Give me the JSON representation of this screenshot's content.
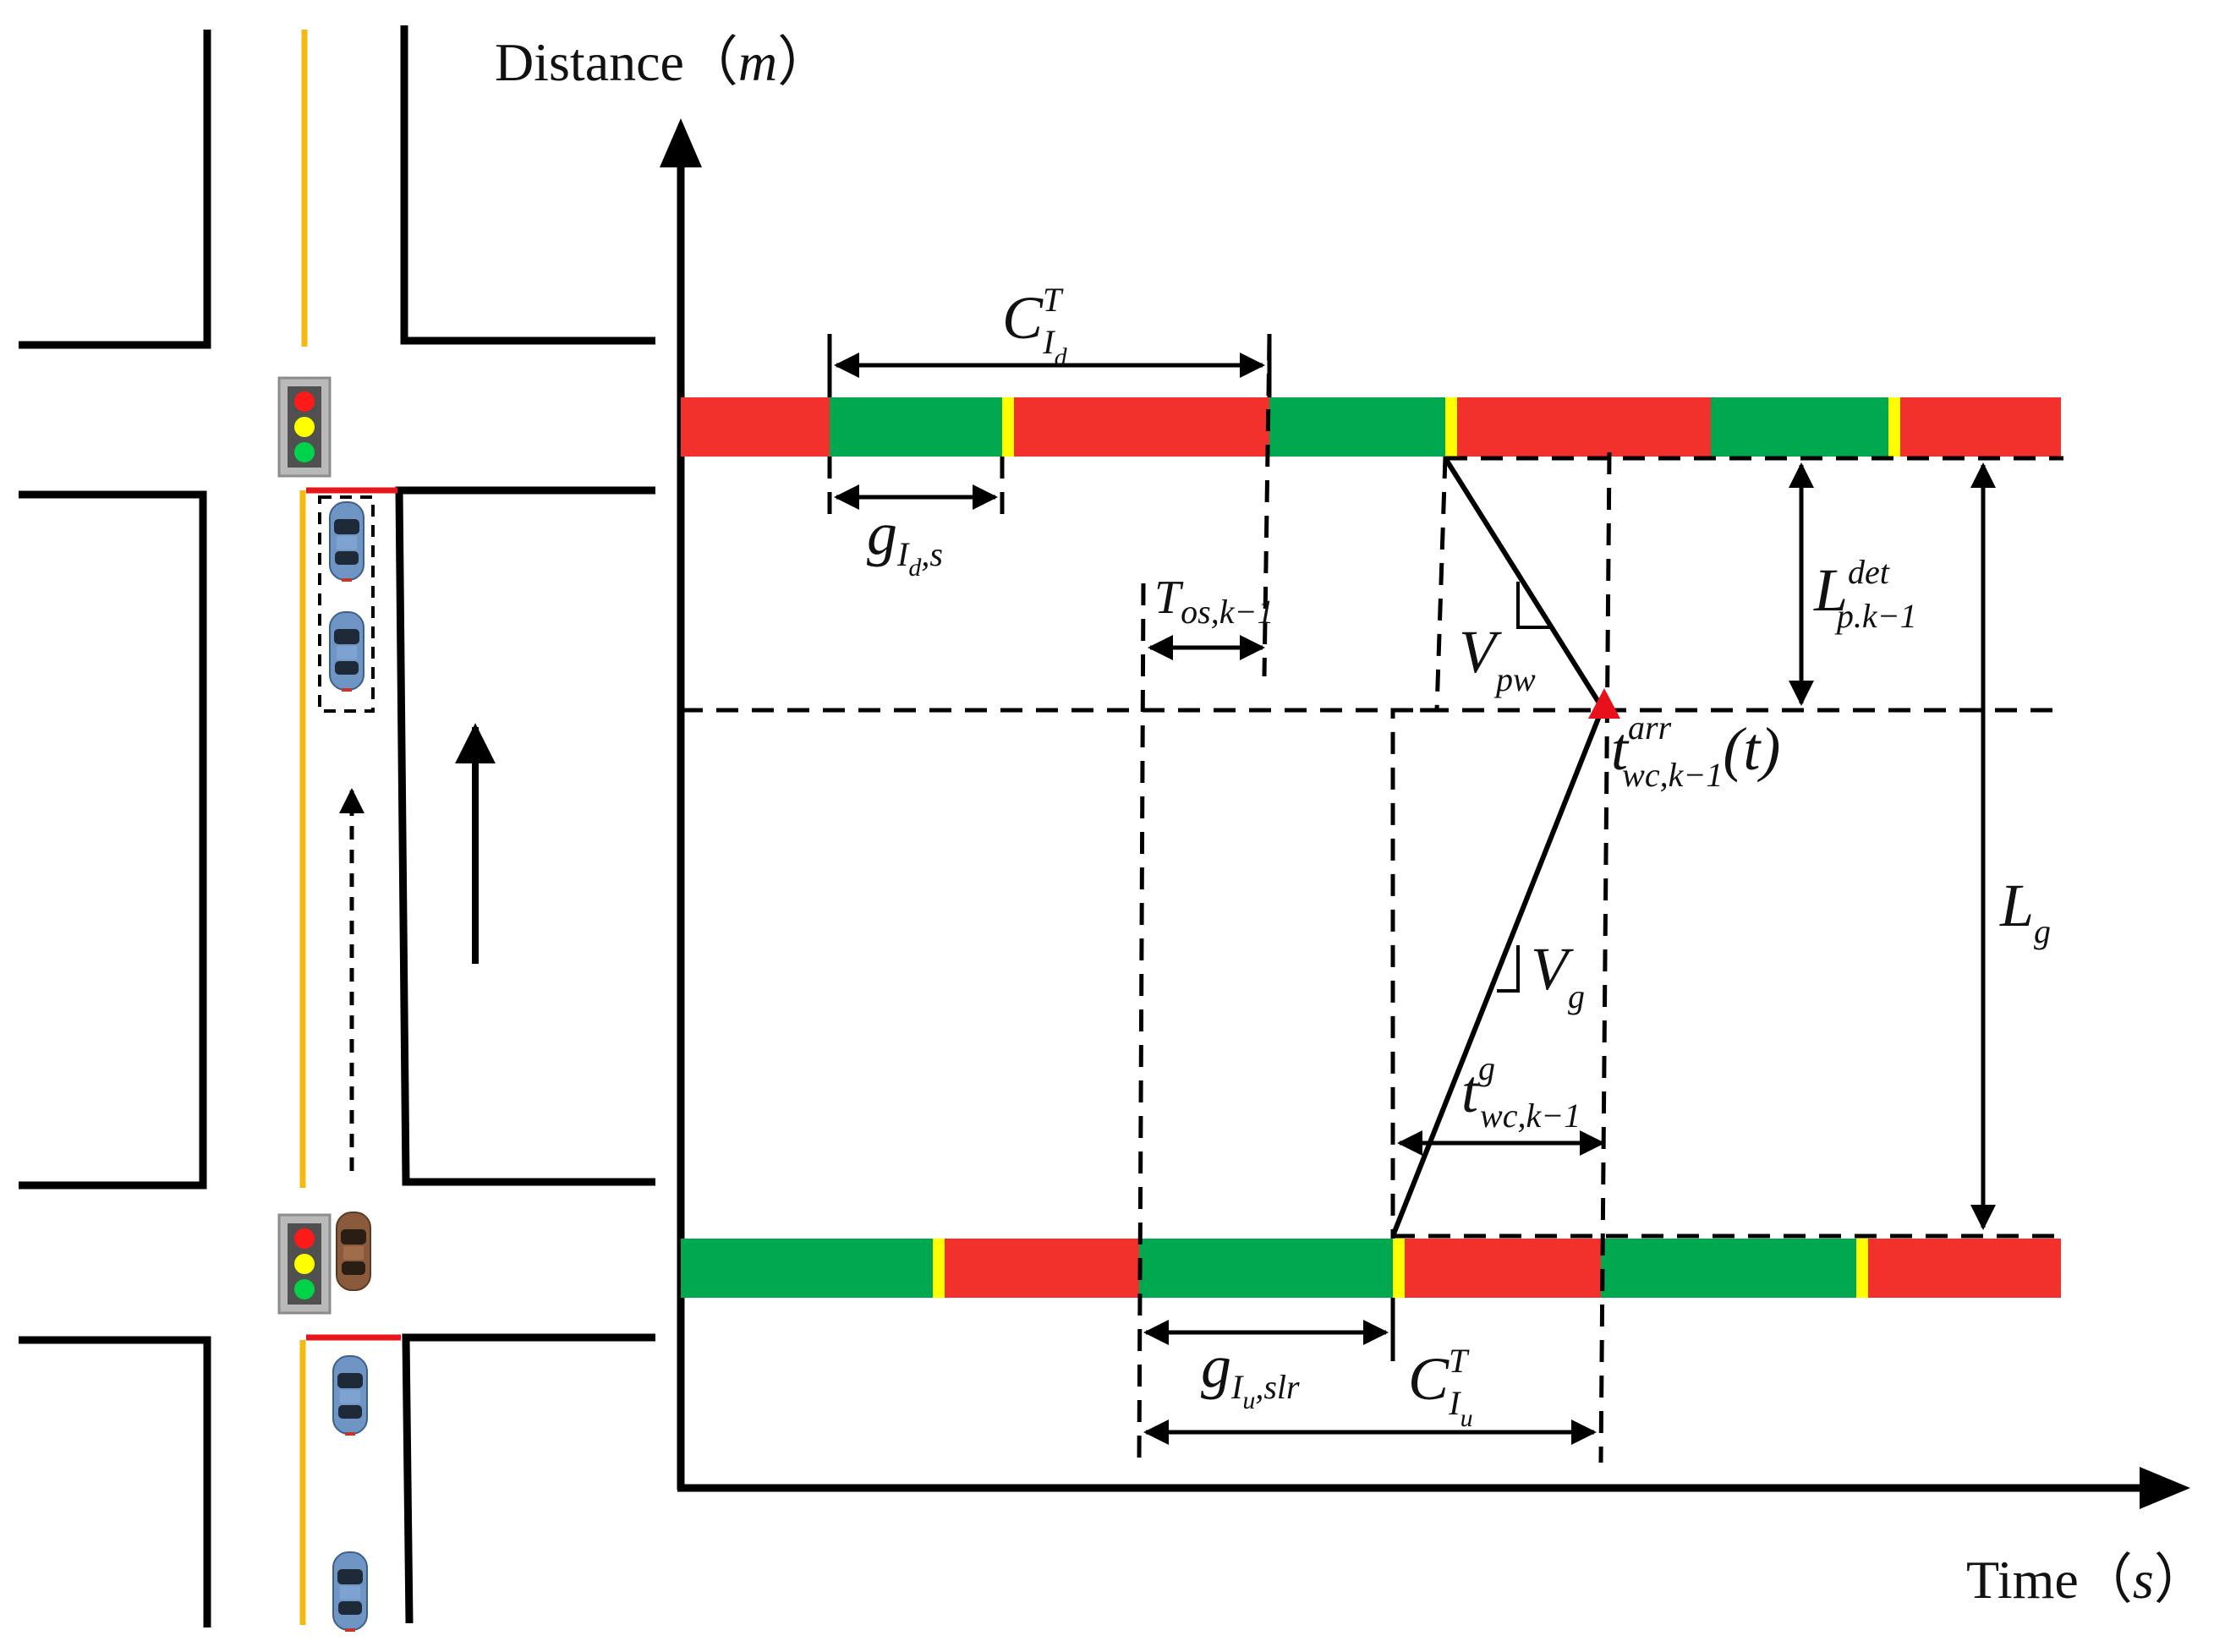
{
  "axes": {
    "y_label": "Distance（",
    "y_unit": "m",
    "y_close": "）",
    "x_label": "Time（",
    "x_unit": "s",
    "x_close": "）"
  },
  "colors": {
    "red_phase": "#f2302c",
    "green_phase": "#00a84f",
    "yellow_phase": "#ffff00",
    "road_center_line": "#f5b80f",
    "stop_line": "#e8151a",
    "car_blue": "#6f95c4",
    "car_brown": "#8a5a3c",
    "arrival_marker": "#e8101a"
  },
  "signal_timing": {
    "downstream_phases": [
      "red",
      "green",
      "yellow",
      "red",
      "green",
      "yellow",
      "red",
      "green",
      "yellow",
      "red"
    ],
    "upstream_phases": [
      "green",
      "yellow",
      "red",
      "green",
      "yellow",
      "red",
      "green",
      "yellow",
      "red"
    ]
  },
  "labels": {
    "c_id": {
      "main": "C",
      "sup": "T",
      "sub": "I",
      "subsub": "d"
    },
    "g_id": {
      "main": "g",
      "sub": "I",
      "subsub": "d",
      "tail": ",s"
    },
    "t_os": {
      "main": "T",
      "sub": "os,k−1"
    },
    "v_pw": {
      "main": "V",
      "sub": "pw"
    },
    "l_det": {
      "main": "L",
      "sup": "det",
      "sub": "p.k−1"
    },
    "t_arr": {
      "main": "t",
      "sup": "arr",
      "sub": "wc,k−1",
      "tail": "(t)"
    },
    "l_g": {
      "main": "L",
      "sub": "g"
    },
    "v_g": {
      "main": "V",
      "sub": "g"
    },
    "t_g": {
      "main": "t",
      "sup": "g",
      "sub": "wc,k−1"
    },
    "g_iu": {
      "main": "g",
      "sub": "I",
      "subsub": "u",
      "tail": ",slr"
    },
    "c_iu": {
      "main": "C",
      "sup": "T",
      "sub": "I",
      "subsub": "u"
    }
  }
}
